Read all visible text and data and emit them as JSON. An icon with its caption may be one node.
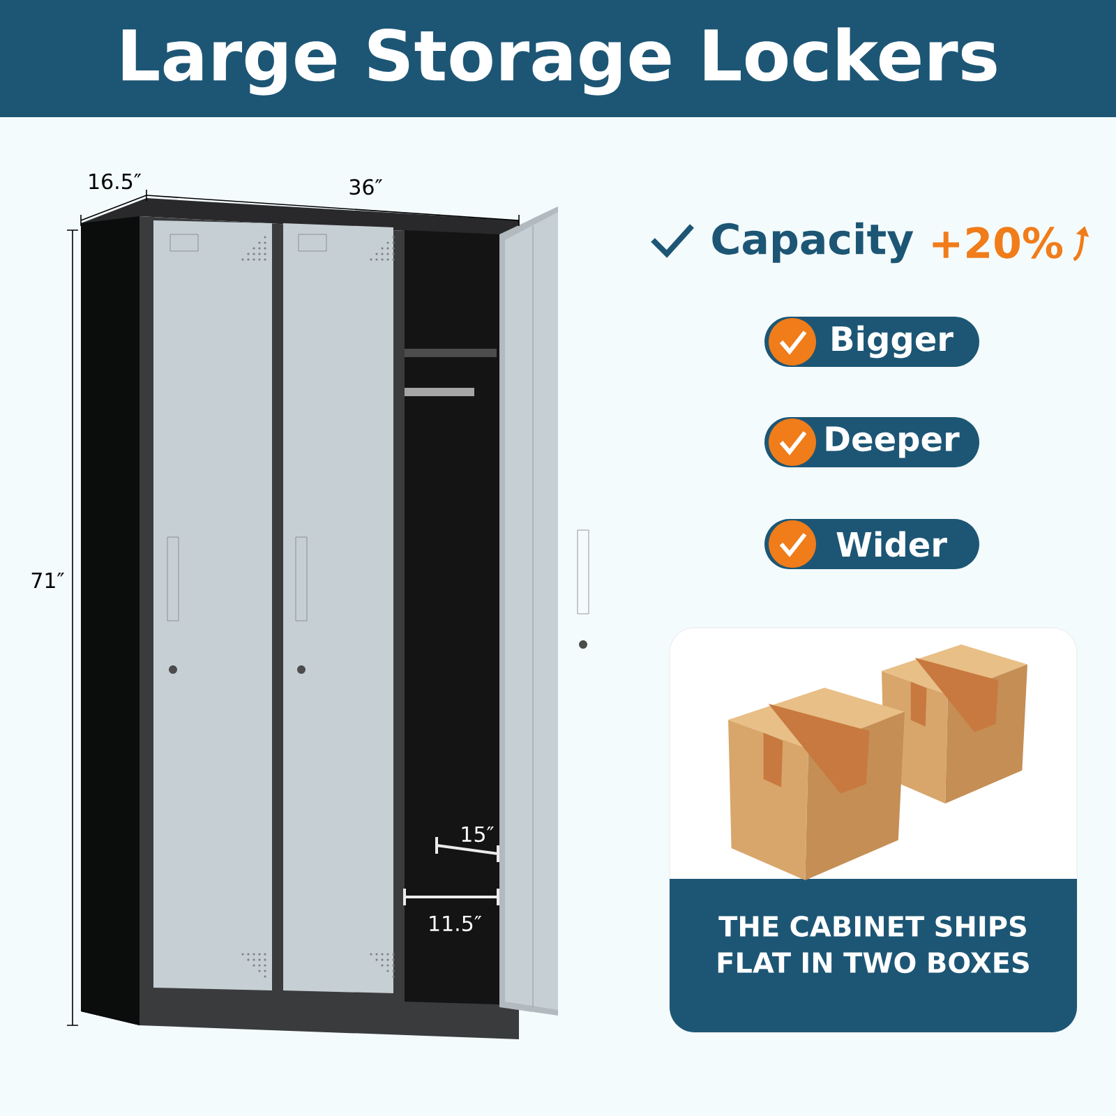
{
  "diagram": {
    "title": "Large Storage Lockers",
    "nodes": [
      {
        "text": [
          "Bigger"
        ]
      },
      {
        "text": [
          "Deeper"
        ]
      },
      {
        "text": [
          "Wider"
        ]
      },
      {
        "text": [
          "THE CABINET SHIPS FLAT IN TWO BOXES"
        ]
      }
    ],
    "labels": [
      "16.5″",
      "36″",
      "Capacity",
      "+20%",
      "71″",
      "15″",
      "11.5″"
    ]
  }
}
